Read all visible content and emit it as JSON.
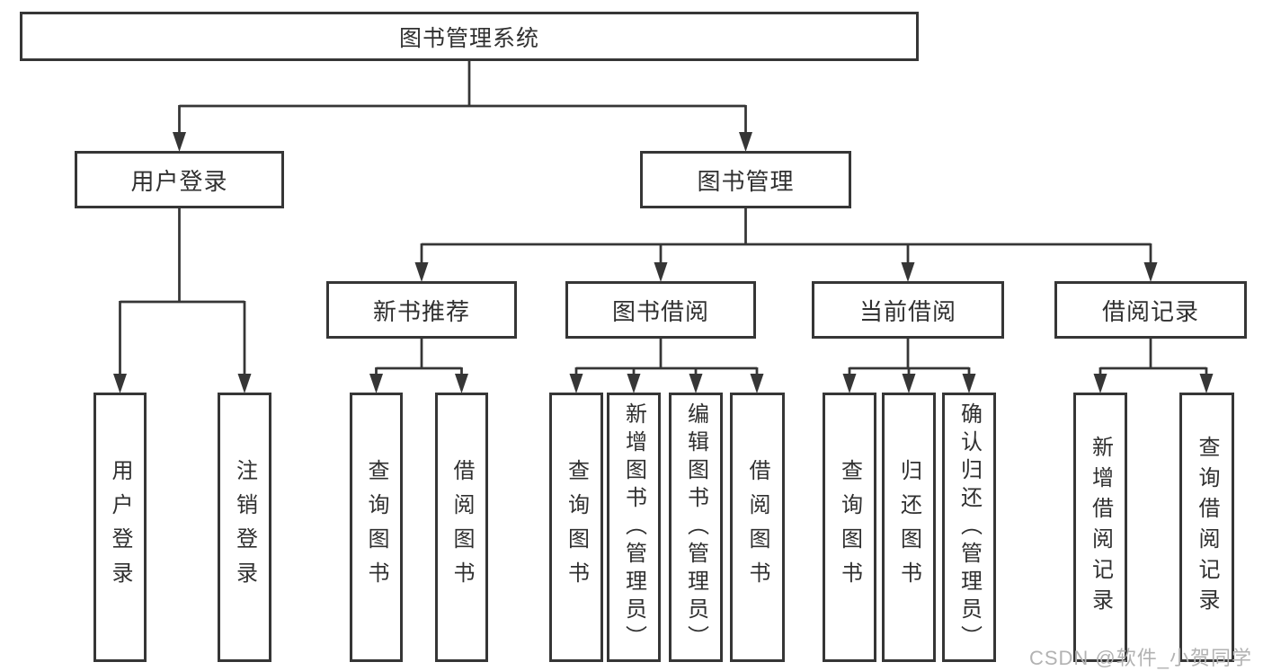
{
  "diagram_title": "图书管理系统",
  "colors": {
    "line": "#363636",
    "box_fill": "#ffffff",
    "text": "#303030",
    "watermark": "#b2b2b2"
  },
  "tree": {
    "label": "图书管理系统",
    "children": [
      {
        "label": "用户登录",
        "children": [
          {
            "label": "用户登录"
          },
          {
            "label": "注销登录"
          }
        ]
      },
      {
        "label": "图书管理",
        "children": [
          {
            "label": "新书推荐",
            "children": [
              {
                "label": "查询图书"
              },
              {
                "label": "借阅图书"
              }
            ]
          },
          {
            "label": "图书借阅",
            "children": [
              {
                "label": "查询图书"
              },
              {
                "label": "新增图书（管理员）"
              },
              {
                "label": "编辑图书（管理员）"
              },
              {
                "label": "借阅图书"
              }
            ]
          },
          {
            "label": "当前借阅",
            "children": [
              {
                "label": "查询图书"
              },
              {
                "label": "归还图书"
              },
              {
                "label": "确认归还（管理员）"
              }
            ]
          },
          {
            "label": "借阅记录",
            "children": [
              {
                "label": "新增借阅记录"
              },
              {
                "label": "查询借阅记录"
              }
            ]
          }
        ]
      }
    ]
  },
  "watermark": {
    "text": "CSDN @软件_小贺同学"
  }
}
